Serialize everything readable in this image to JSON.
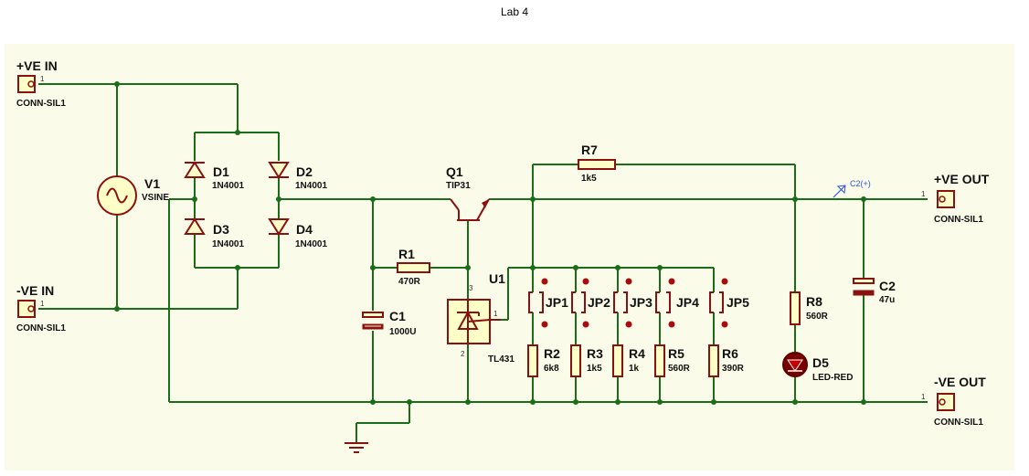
{
  "page": {
    "title": "Lab 4"
  },
  "colors": {
    "wire": "#1a6e1a",
    "component": "#8b1010",
    "canvas": "#fbfbe9",
    "probe": "#3355dd"
  },
  "connectors": {
    "ve_in_plus": {
      "label": "+VE IN",
      "part": "CONN-SIL1",
      "pin": "1"
    },
    "ve_in_minus": {
      "label": "-VE IN",
      "part": "CONN-SIL1",
      "pin": "1"
    },
    "ve_out_plus": {
      "label": "+VE OUT",
      "part": "CONN-SIL1",
      "pin": "1"
    },
    "ve_out_minus": {
      "label": "-VE OUT",
      "part": "CONN-SIL1",
      "pin": "1"
    }
  },
  "source": {
    "ref": "V1",
    "value": "VSINE"
  },
  "diodes": {
    "d1": {
      "ref": "D1",
      "value": "1N4001"
    },
    "d2": {
      "ref": "D2",
      "value": "1N4001"
    },
    "d3": {
      "ref": "D3",
      "value": "1N4001"
    },
    "d4": {
      "ref": "D4",
      "value": "1N4001"
    }
  },
  "transistor": {
    "ref": "Q1",
    "value": "TIP31"
  },
  "regulator": {
    "ref": "U1",
    "value": "TL431",
    "pin_ref": "1",
    "pin_k": "3",
    "pin_a": "2"
  },
  "capacitors": {
    "c1": {
      "ref": "C1",
      "value": "1000U"
    },
    "c2": {
      "ref": "C2",
      "value": "47u"
    }
  },
  "resistors": {
    "r1": {
      "ref": "R1",
      "value": "470R"
    },
    "r2": {
      "ref": "R2",
      "value": "6k8"
    },
    "r3": {
      "ref": "R3",
      "value": "1k5"
    },
    "r4": {
      "ref": "R4",
      "value": "1k"
    },
    "r5": {
      "ref": "R5",
      "value": "560R"
    },
    "r6": {
      "ref": "R6",
      "value": "390R"
    },
    "r7": {
      "ref": "R7",
      "value": "1k5"
    },
    "r8": {
      "ref": "R8",
      "value": "560R"
    }
  },
  "jumpers": {
    "jp1": {
      "ref": "JP1"
    },
    "jp2": {
      "ref": "JP2"
    },
    "jp3": {
      "ref": "JP3"
    },
    "jp4": {
      "ref": "JP4"
    },
    "jp5": {
      "ref": "JP5"
    }
  },
  "led": {
    "ref": "D5",
    "value": "LED-RED"
  },
  "probe": {
    "label": "C2(+)"
  },
  "icons": {
    "ground": "ground-symbol-icon",
    "sine": "sine-source-icon"
  }
}
